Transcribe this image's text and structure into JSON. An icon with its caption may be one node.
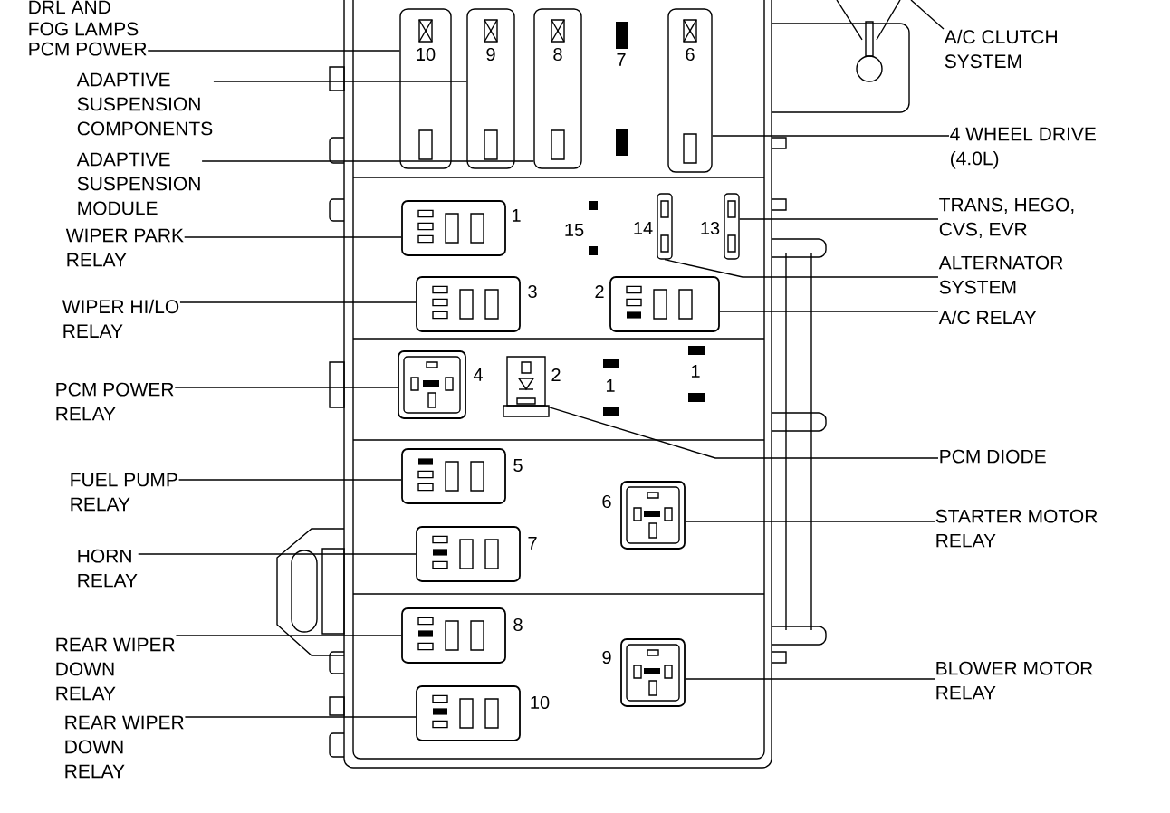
{
  "diagram": {
    "nodes": [
      {
        "text": [
          "PCM POWER"
        ]
      },
      {
        "text": [
          "ADAPTIVE SUSPENSION COMPONENTS"
        ]
      },
      {
        "text": [
          "ADAPTIVE SUSPENSION MODULE"
        ]
      },
      {
        "text": [
          "10"
        ]
      },
      {
        "text": [
          "9"
        ]
      },
      {
        "text": [
          "8"
        ]
      },
      {
        "text": [
          "7"
        ]
      },
      {
        "text": [
          "6"
        ]
      },
      {
        "text": [
          "A/C CLUTCH SYSTEM"
        ]
      },
      {
        "text": [
          "4 WHEEL DRIVE (4.0L)"
        ]
      },
      {
        "text": [
          "WIPER PARK RELAY"
        ]
      },
      {
        "text": [
          "1"
        ]
      },
      {
        "text": [
          "15"
        ]
      },
      {
        "text": [
          "14"
        ]
      },
      {
        "text": [
          "13"
        ]
      },
      {
        "text": [
          "TRANS, HEGO, CVS, EVR"
        ]
      },
      {
        "text": [
          "ALTERNATOR SYSTEM"
        ]
      },
      {
        "text": [
          "WIPER HI/LO RELAY"
        ]
      },
      {
        "text": [
          "3"
        ]
      },
      {
        "text": [
          "2"
        ]
      },
      {
        "text": [
          "A/C RELAY"
        ]
      },
      {
        "text": [
          "PCM POWER RELAY"
        ]
      },
      {
        "text": [
          "4"
        ]
      },
      {
        "text": [
          "2"
        ]
      },
      {
        "text": [
          "1"
        ]
      },
      {
        "text": [
          "1"
        ]
      },
      {
        "text": [
          "PCM DIODE"
        ]
      },
      {
        "text": [
          "FUEL PUMP RELAY"
        ]
      },
      {
        "text": [
          "5"
        ]
      },
      {
        "text": [
          "6"
        ]
      },
      {
        "text": [
          "STARTER MOTOR RELAY"
        ]
      },
      {
        "text": [
          "HORN RELAY"
        ]
      },
      {
        "text": [
          "7"
        ]
      },
      {
        "text": [
          "REAR WIPER DOWN RELAY"
        ]
      },
      {
        "text": [
          "8"
        ]
      },
      {
        "text": [
          "9"
        ]
      },
      {
        "text": [
          "BLOWER MOTOR RELAY"
        ]
      },
      {
        "text": [
          "REAR WIPER DOWN RELAY"
        ]
      },
      {
        "text": [
          "10"
        ]
      }
    ],
    "edges": [
      {
        "from": 0,
        "to": 3,
        "arrow": "none"
      },
      {
        "from": 1,
        "to": 4,
        "arrow": "none"
      },
      {
        "from": 2,
        "to": 5,
        "arrow": "none"
      },
      {
        "from": 8,
        "to": null,
        "arrow": "none"
      },
      {
        "from": 9,
        "to": 7,
        "arrow": "none"
      },
      {
        "from": 10,
        "to": 11,
        "arrow": "none"
      },
      {
        "from": 15,
        "to": 14,
        "arrow": "none"
      },
      {
        "from": 16,
        "to": 13,
        "arrow": "none"
      },
      {
        "from": 17,
        "to": 18,
        "arrow": "none"
      },
      {
        "from": 20,
        "to": 19,
        "arrow": "none"
      },
      {
        "from": 21,
        "to": 22,
        "arrow": "none"
      },
      {
        "from": 26,
        "to": 23,
        "arrow": "none"
      },
      {
        "from": 27,
        "to": 28,
        "arrow": "none"
      },
      {
        "from": 30,
        "to": 29,
        "arrow": "none"
      },
      {
        "from": 31,
        "to": 32,
        "arrow": "none"
      },
      {
        "from": 33,
        "to": 34,
        "arrow": "none"
      },
      {
        "from": 36,
        "to": 35,
        "arrow": "none"
      },
      {
        "from": 37,
        "to": 38,
        "arrow": "none"
      }
    ],
    "labels": [
      "DRL AND FOG LAMPS"
    ]
  }
}
